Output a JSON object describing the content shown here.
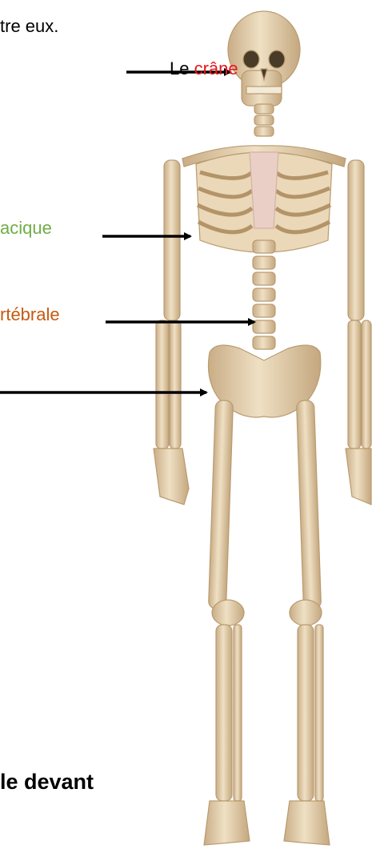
{
  "texts": {
    "intro": "tre eux.",
    "crane_prefix": "Le ",
    "crane_word": "crâne",
    "thorax": "acique",
    "column": "rtébrale",
    "caption": "le devant"
  },
  "colors": {
    "crane": "#e8151b",
    "thorax": "#70ad47",
    "column": "#c55a11",
    "bone": "#e6d2b0",
    "bone_shade": "#c7ac84",
    "cartilage": "#e9cfc6",
    "arrow": "#000000"
  }
}
